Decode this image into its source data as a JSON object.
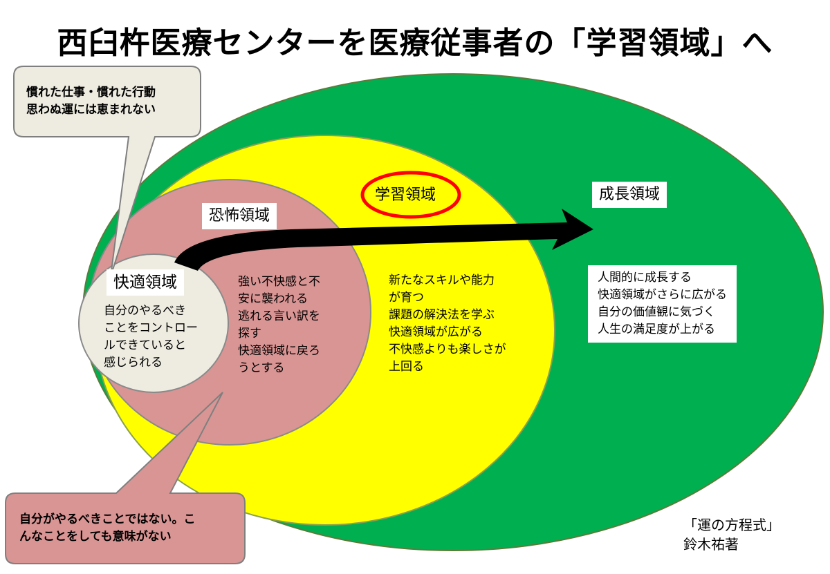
{
  "title": "西臼杵医療センターを医療従事者の「学習領域」へ",
  "colors": {
    "growth": "#00b050",
    "learning": "#ffff00",
    "fear": "#d99594",
    "comfort": "#eeece1",
    "callout_top": "#eeece1",
    "callout_bottom": "#d99594",
    "highlight_ring": "#ff0000",
    "arrow": "#000000"
  },
  "zones": {
    "comfort": {
      "label": "快適領域",
      "text": "自分のやるべき\nことをコントロー\nルできていると\n感じられる"
    },
    "fear": {
      "label": "恐怖領域",
      "text": "強い不快感と不\n安に襲われる\n逃れる言い訳を\n探す\n快適領域に戻ろ\nうとする"
    },
    "learning": {
      "label": "学習領域",
      "text": "新たなスキルや能力\nが育つ\n課題の解決法を学ぶ\n快適領域が広がる\n不快感よりも楽しさが\n上回る"
    },
    "growth": {
      "label": "成長領域",
      "text": "人間的に成長する\n快適領域がさらに広がる\n自分の価値観に気づく\n人生の満足度が上がる"
    }
  },
  "callouts": {
    "top": "慣れた仕事・慣れた行動\n思わぬ運には恵まれない",
    "bottom": "自分がやるべきことではない。こ\nんなことをしても意味がない"
  },
  "citation": "「運の方程式」\n  鈴木祐著"
}
